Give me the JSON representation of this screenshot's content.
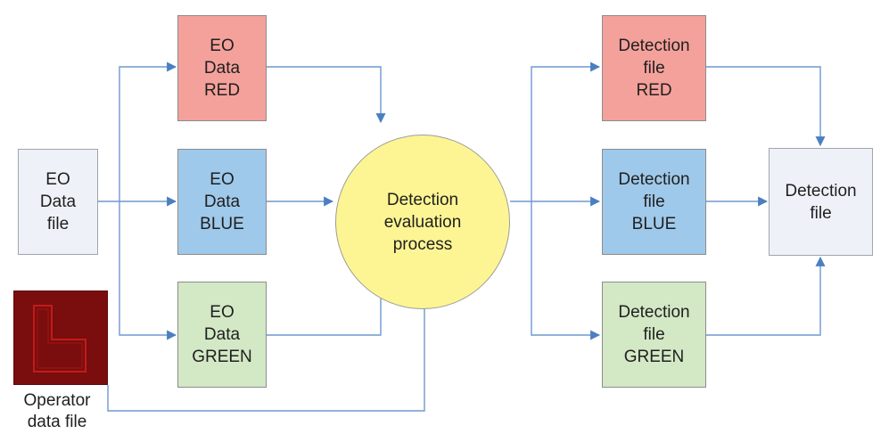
{
  "colors": {
    "red": "#f4a19b",
    "blue": "#9fc9ea",
    "green": "#d3e8c5",
    "light": "#eef1f8",
    "yellow": "#fdf593",
    "operator": "#7a0e0e",
    "arrow": "#4a7fc1"
  },
  "nodes": {
    "eo_data_file": [
      "EO",
      "Data",
      "file"
    ],
    "eo_data_red": [
      "EO",
      "Data",
      "RED"
    ],
    "eo_data_blue": [
      "EO",
      "Data",
      "BLUE"
    ],
    "eo_data_green": [
      "EO",
      "Data",
      "GREEN"
    ],
    "detection_evaluation": [
      "Detection",
      "evaluation",
      "process"
    ],
    "detection_file_red": [
      "Detection",
      "file",
      "RED"
    ],
    "detection_file_blue": [
      "Detection",
      "file",
      "BLUE"
    ],
    "detection_file_green": [
      "Detection",
      "file",
      "GREEN"
    ],
    "detection_file": [
      "Detection",
      "file"
    ],
    "operator_data_file": [
      "Operator",
      "data file"
    ]
  },
  "operator_icon": "operator-l-shape-icon"
}
